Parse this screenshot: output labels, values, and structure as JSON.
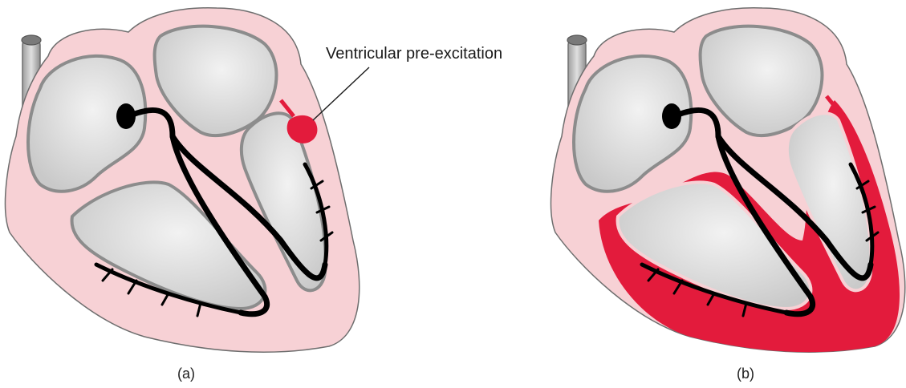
{
  "annotation": {
    "label": "Ventricular pre-excitation"
  },
  "panels": [
    {
      "label": "(a)"
    },
    {
      "label": "(b)"
    }
  ],
  "colors": {
    "myocardium": "#f7d1d5",
    "myocardium_edge": "#e6aab2",
    "chamber": "#d9d9d9",
    "chamber_edge": "#8c8c8c",
    "conduction": "#000000",
    "excitation": "#e31b3c",
    "vessel": "#bdbdbd"
  }
}
